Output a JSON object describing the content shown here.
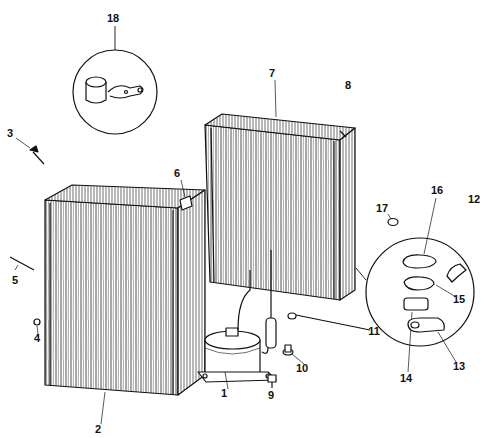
{
  "diagram": {
    "labels": [
      "18",
      "7",
      "8",
      "3",
      "6",
      "17",
      "16",
      "12",
      "5",
      "4",
      "15",
      "11",
      "10",
      "14",
      "13",
      "1",
      "9",
      "2"
    ]
  }
}
